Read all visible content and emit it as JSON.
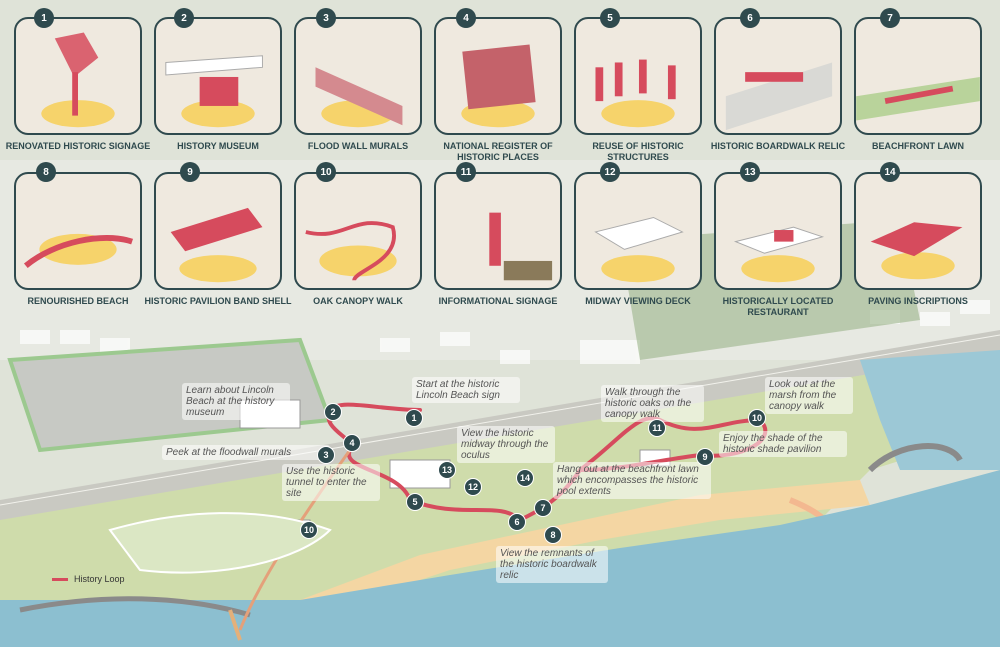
{
  "colors": {
    "accent": "#d64b5d",
    "badge": "#2f4a4e",
    "sand": "#f6d36b",
    "water": "#7fb6c8",
    "grass": "#b9d39b"
  },
  "cards": [
    {
      "num": "1",
      "label": "RENOVATED HISTORIC SIGNAGE"
    },
    {
      "num": "2",
      "label": "HISTORY MUSEUM"
    },
    {
      "num": "3",
      "label": "FLOOD WALL MURALS"
    },
    {
      "num": "4",
      "label": "NATIONAL REGISTER OF HISTORIC PLACES"
    },
    {
      "num": "5",
      "label": "REUSE OF HISTORIC STRUCTURES"
    },
    {
      "num": "6",
      "label": "HISTORIC BOARDWALK RELIC"
    },
    {
      "num": "7",
      "label": "BEACHFRONT LAWN"
    },
    {
      "num": "8",
      "label": "RENOURISHED BEACH"
    },
    {
      "num": "9",
      "label": "HISTORIC PAVILION BAND SHELL"
    },
    {
      "num": "10",
      "label": "OAK CANOPY WALK"
    },
    {
      "num": "11",
      "label": "INFORMATIONAL SIGNAGE"
    },
    {
      "num": "12",
      "label": "MIDWAY VIEWING DECK"
    },
    {
      "num": "13",
      "label": "HISTORICALLY LOCATED RESTAURANT"
    },
    {
      "num": "14",
      "label": "PAVING INSCRIPTIONS"
    }
  ],
  "notes": {
    "n1": "Start at the historic Lincoln Beach sign",
    "n2": "Learn about Lincoln Beach at the history museum",
    "n3": "Peek at the floodwall murals",
    "n4": "Use the historic tunnel to enter the site",
    "n5": "View the historic midway through the oculus",
    "n6": "Walk through the historic oaks on the canopy walk",
    "n7": "Look out at the marsh from the canopy walk",
    "n8": "Enjoy the shade of the historic shade pavilion",
    "n9": "Hang out at the beachfront lawn which encompasses the historic pool extents",
    "n10": "View the remnants of the historic boardwalk relic"
  },
  "pins": [
    "1",
    "2",
    "3",
    "4",
    "5",
    "6",
    "7",
    "8",
    "9",
    "10",
    "11",
    "12",
    "13",
    "14",
    "10"
  ],
  "legend": "History Loop"
}
